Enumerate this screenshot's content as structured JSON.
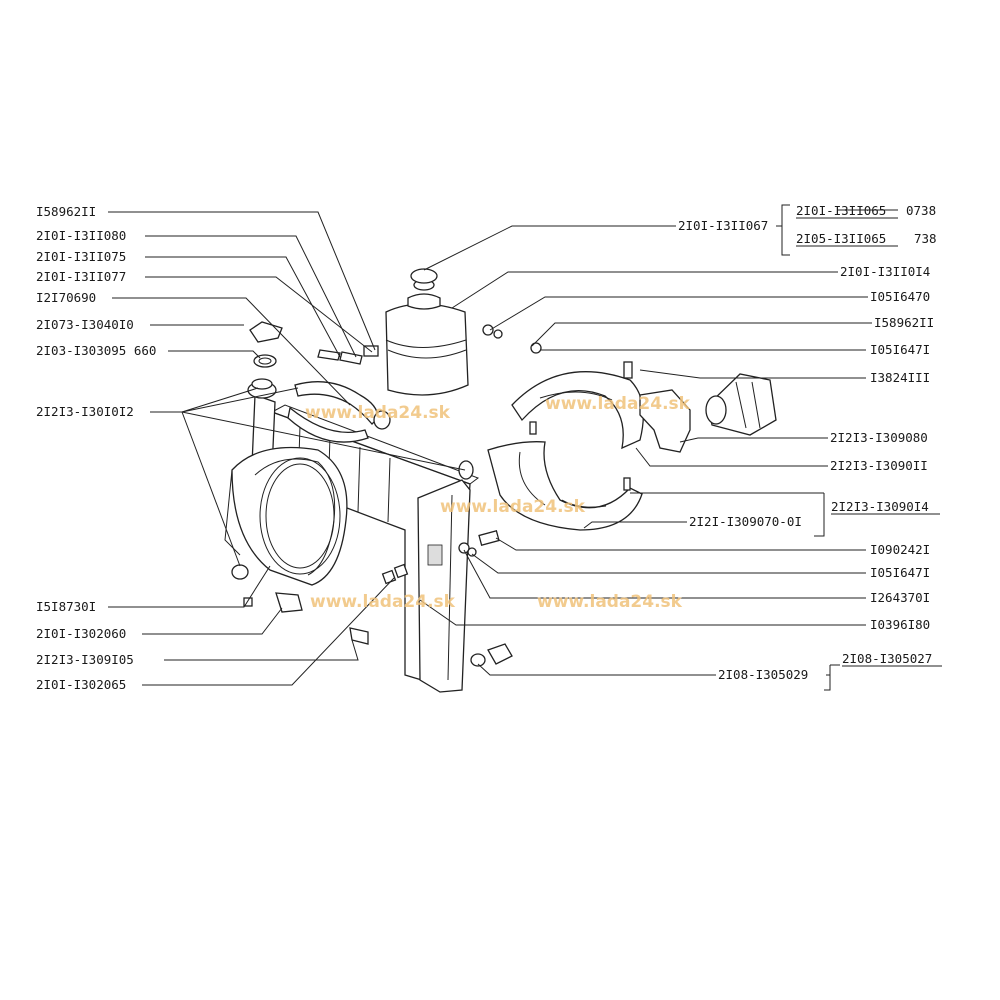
{
  "labels_left": [
    {
      "id": "l1",
      "text": "I58962II"
    },
    {
      "id": "l2",
      "text": "2I0I-I3II080"
    },
    {
      "id": "l3",
      "text": "2I0I-I3II075"
    },
    {
      "id": "l4",
      "text": "2I0I-I3II077"
    },
    {
      "id": "l5",
      "text": "I2I70690"
    },
    {
      "id": "l6",
      "text": "2I073-I3040I0"
    },
    {
      "id": "l7",
      "text": "2I03-I303095 660"
    },
    {
      "id": "l8",
      "text": "2I2I3-I30I0I2"
    },
    {
      "id": "l9",
      "text": "I5I8730I"
    },
    {
      "id": "l10",
      "text": "2I0I-I302060"
    },
    {
      "id": "l11",
      "text": "2I2I3-I309I05"
    },
    {
      "id": "l12",
      "text": "2I0I-I302065"
    }
  ],
  "labels_right": [
    {
      "id": "r1",
      "text": "2I0I-I3II067"
    },
    {
      "id": "r2",
      "text": "2I0I-I3II0I4"
    },
    {
      "id": "r3",
      "text": "I05I6470"
    },
    {
      "id": "r4",
      "text": "I58962II"
    },
    {
      "id": "r5",
      "text": "I05I647I"
    },
    {
      "id": "r6",
      "text": "I3824III"
    },
    {
      "id": "r7",
      "text": "2I2I3-I309080"
    },
    {
      "id": "r8",
      "text": "2I2I3-I3090II"
    },
    {
      "id": "r9",
      "text": "2I2I-I309070-0I"
    },
    {
      "id": "r10",
      "text": "I090242I"
    },
    {
      "id": "r11",
      "text": "I05I647I"
    },
    {
      "id": "r12",
      "text": "I264370I"
    },
    {
      "id": "r13",
      "text": "I0396I80"
    },
    {
      "id": "r14",
      "text": "2I08-I305029"
    }
  ],
  "labels_assembly": [
    {
      "id": "a1",
      "text": "2I0I-I3II065",
      "suffix": "0738"
    },
    {
      "id": "a2",
      "text": "2I05-I3II065",
      "suffix": "738"
    },
    {
      "id": "a3",
      "text": "2I2I3-I3090I4",
      "suffix": ""
    },
    {
      "id": "a4",
      "text": "2I08-I305027",
      "suffix": ""
    }
  ],
  "watermark": "www.lada24.sk",
  "colors": {
    "line": "#222222",
    "watermark": "#f0c27a",
    "background": "#ffffff"
  }
}
